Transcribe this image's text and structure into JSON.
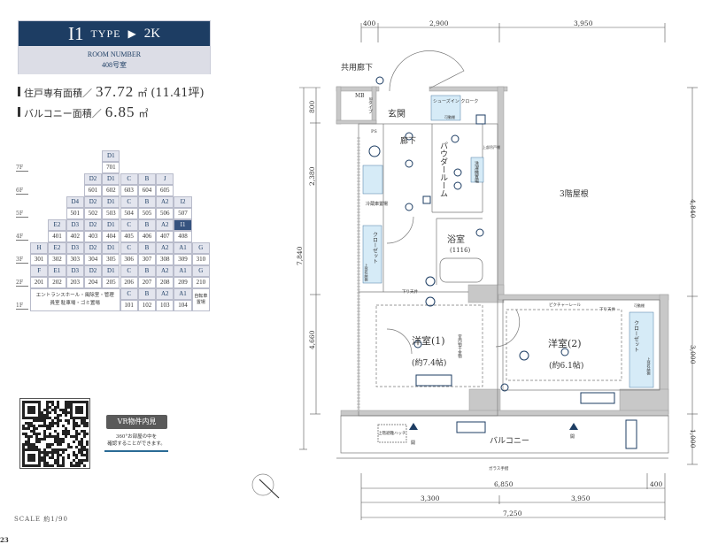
{
  "header": {
    "type_code": "I1",
    "type_word": "TYPE",
    "arrow": "▶",
    "layout": "2K",
    "room_number_label": "ROOM NUMBER",
    "room_number": "408号室"
  },
  "areas": [
    {
      "label": "住戸専有面積／",
      "value": "37.72",
      "unit": "㎡",
      "extra": "(11.41坪)"
    },
    {
      "label": "バルコニー面積／",
      "value": "6.85",
      "unit": "㎡",
      "extra": ""
    }
  ],
  "building": {
    "floor_labels": [
      "7F",
      "6F",
      "5F",
      "4F",
      "3F",
      "2F",
      "1F"
    ],
    "rows": [
      {
        "start": 4,
        "types": [
          "D1"
        ],
        "nums": [
          "701"
        ]
      },
      {
        "start": 3,
        "types": [
          "D2",
          "D1",
          "C",
          "B",
          "J"
        ],
        "nums": [
          "601",
          "602",
          "603",
          "604",
          "605"
        ]
      },
      {
        "start": 2,
        "types": [
          "D4",
          "D2",
          "D1",
          "C",
          "B",
          "A2",
          "I2"
        ],
        "nums": [
          "501",
          "502",
          "503",
          "504",
          "505",
          "506",
          "507"
        ]
      },
      {
        "start": 1,
        "types": [
          "E2",
          "D3",
          "D2",
          "D1",
          "C",
          "B",
          "A2",
          "I1"
        ],
        "nums": [
          "401",
          "402",
          "403",
          "404",
          "405",
          "406",
          "407",
          "408"
        ]
      },
      {
        "start": 0,
        "types": [
          "H",
          "E2",
          "D3",
          "D2",
          "D1",
          "C",
          "B",
          "A2",
          "A1",
          "G"
        ],
        "nums": [
          "301",
          "302",
          "303",
          "304",
          "305",
          "306",
          "307",
          "308",
          "309",
          "310"
        ]
      },
      {
        "start": 0,
        "types": [
          "F",
          "E1",
          "D3",
          "D2",
          "D1",
          "C",
          "B",
          "A2",
          "A1",
          "G"
        ],
        "nums": [
          "201",
          "202",
          "203",
          "204",
          "205",
          "206",
          "207",
          "208",
          "209",
          "210"
        ]
      },
      {
        "start": 5,
        "types": [
          "C",
          "B",
          "A2",
          "A1"
        ],
        "nums": [
          "101",
          "102",
          "103",
          "104"
        ]
      }
    ],
    "highlight": "408",
    "ground_common": "エントランスホール・風除室・管理員室 駐車場・ゴミ置場",
    "bicycle": "自転車置場"
  },
  "vr": {
    "button": "VR物件内見",
    "text_line1": "360°お部屋の中を",
    "text_line2": "確認することができます。"
  },
  "scale": "SCALE 約1/90",
  "page_number": "23",
  "plan": {
    "dims_top": [
      "400",
      "2,900",
      "3,950"
    ],
    "dims_bottom": [
      "6,850",
      "400",
      "3,300",
      "3,950",
      "7,250"
    ],
    "dims_left": [
      "800",
      "2,380",
      "7,840",
      "4,660"
    ],
    "dims_right": [
      "4,840",
      "3,000",
      "1,000"
    ],
    "corridor": "共用廊下",
    "mb": "MB",
    "btype": "Bタイプ",
    "ps": "PS",
    "entrance": "玄関",
    "shoes": "シューズイン クローク",
    "movable_shelf": "可動棚",
    "hall": "廊下",
    "powder": "パウダールーム",
    "fridge": "冷蔵庫置場",
    "upper_cabinet": "上部吊戸棚",
    "washer": "洗濯機置場",
    "bath": "浴室",
    "bath_size": "(1116)",
    "closet": "クローゼット",
    "upper_storage": "上部収納棚",
    "lowered_ceiling": "下り天井",
    "room1": "洋室(1)",
    "room1_size": "(約7.4帖)",
    "indoor_dry": "室内物干金物",
    "room2": "洋室(2)",
    "room2_size": "(約6.1帖)",
    "picture_rail": "ピクチャーレール",
    "roof": "3階屋根",
    "balcony": "バルコニー",
    "hatch": "上階避難ハッチ",
    "glass_rail": "ガラス手摺",
    "open": "開"
  }
}
